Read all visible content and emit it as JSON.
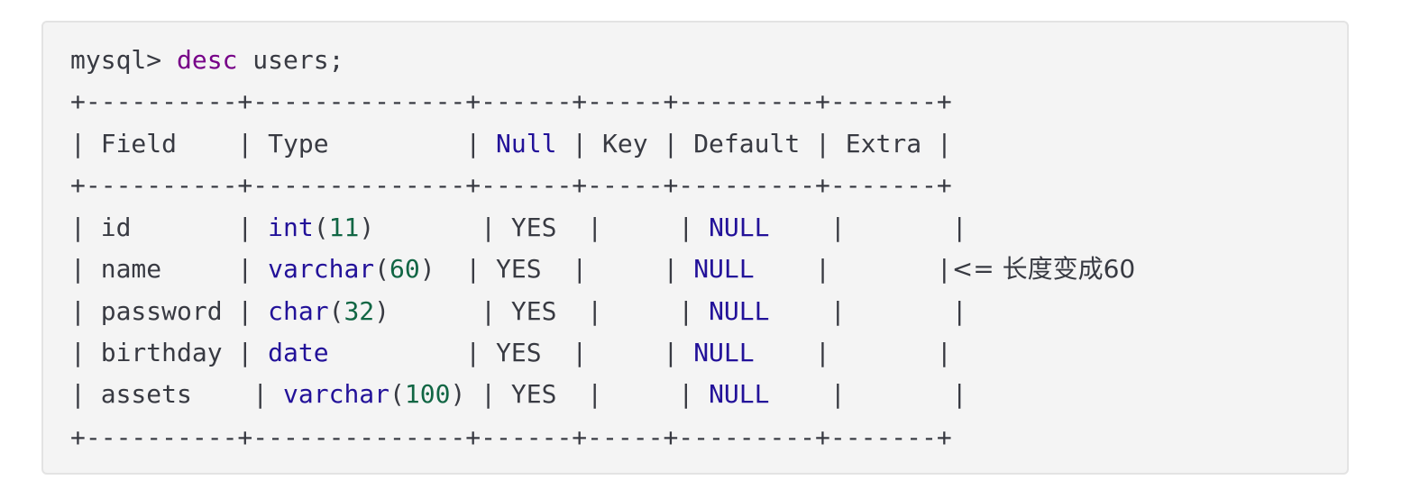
{
  "prompt_line": {
    "prompt": "mysql> ",
    "command": "desc",
    "rest": " users;"
  },
  "border": "+----------+--------------+------+-----+---------+-------+",
  "header": {
    "field": "Field   ",
    "type": "Type         ",
    "null": "Null",
    "key": "Key",
    "default": "Default",
    "extra": "Extra"
  },
  "rows": [
    {
      "field": "id      ",
      "type_name": "int",
      "type_len": "11",
      "type_pad": "      ",
      "null": "YES",
      "default": "NULL",
      "note": ""
    },
    {
      "field": "name    ",
      "type_name": "varchar",
      "type_len": "60",
      "type_pad": " ",
      "null": "YES",
      "default": "NULL",
      "note": "<= 长度变成60"
    },
    {
      "field": "password",
      "type_name": "char",
      "type_len": "32",
      "type_pad": "     ",
      "null": "YES",
      "default": "NULL",
      "note": ""
    },
    {
      "field": "birthday",
      "type_name": "date",
      "type_len": "",
      "type_pad": "",
      "null": "YES",
      "default": "NULL",
      "note": ""
    },
    {
      "field": "assets  ",
      "type_name": "varchar",
      "type_len": "100",
      "type_pad": "",
      "null": "YES",
      "default": "NULL",
      "note": ""
    }
  ],
  "colors": {
    "keyword": "#770088",
    "builtin": "#221199",
    "number": "#116644",
    "text": "#383a42",
    "background": "#f4f4f4"
  }
}
